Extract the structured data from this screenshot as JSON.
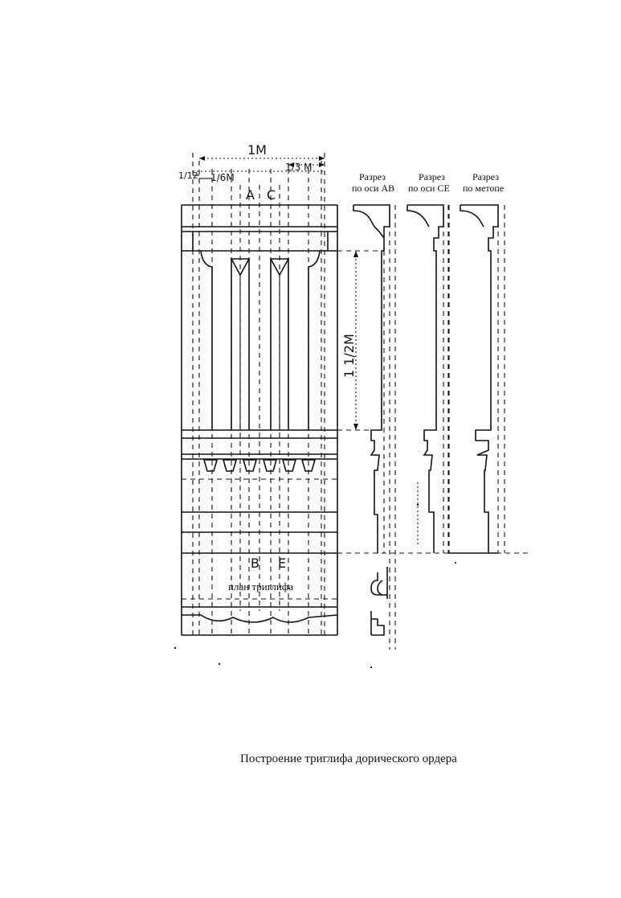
{
  "dimensions": {
    "module": "1M",
    "one_twelfth": "1/12",
    "one_sixth": "1/6M",
    "one_third": "1/3 M",
    "height": "1 1/2M"
  },
  "axis_labels": {
    "a": "A",
    "c": "C",
    "b": "B",
    "e": "E"
  },
  "sections": [
    {
      "line1": "Разрез",
      "line2": "по оси АВ"
    },
    {
      "line1": "Разрез",
      "line2": "по оси СЕ"
    },
    {
      "line1": "Разрез",
      "line2": "по метопе"
    }
  ],
  "plan_label": "план триглифа",
  "caption": "Построение триглифа дорического ордера"
}
